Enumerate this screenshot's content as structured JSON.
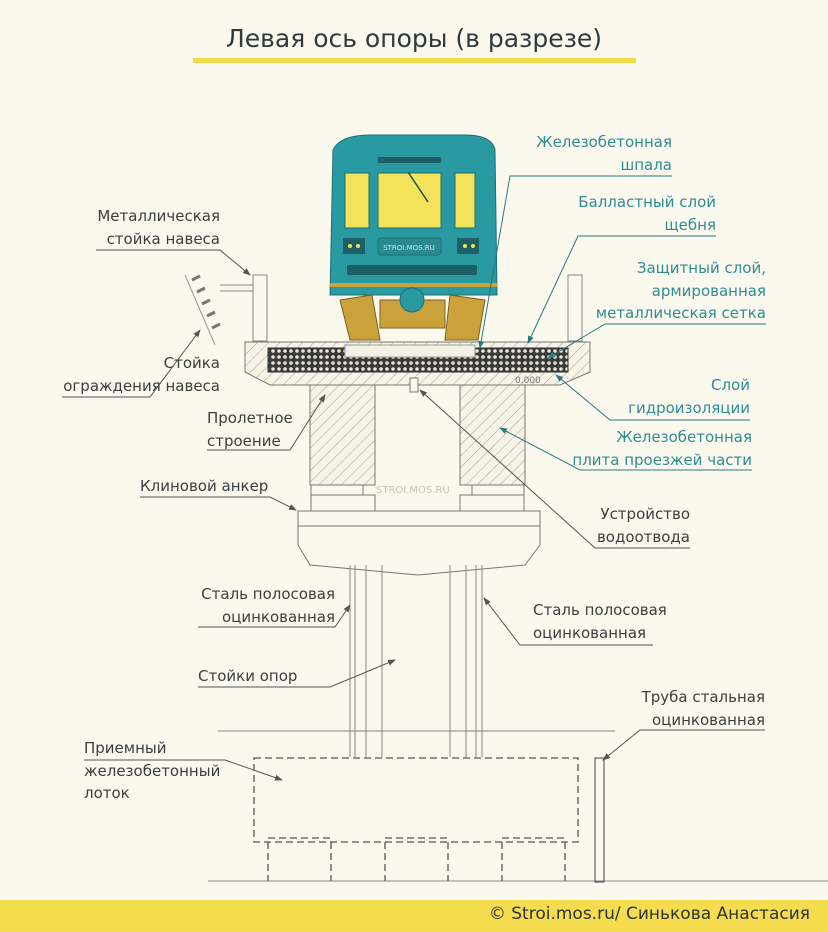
{
  "title": "Левая ось опоры (в разрезе)",
  "watermark": "STROI.MOS.RU",
  "train_plate": "STROI.MOS.RU",
  "level_mark": "0.000",
  "labels": {
    "canopy_post": [
      "Металлическая",
      "стойка навеса"
    ],
    "canopy_fence_post": [
      "Стойка",
      "ограждения навеса"
    ],
    "span_structure": [
      "Пролетное",
      "строение"
    ],
    "wedge_anchor": "Клиновой анкер",
    "steel_strip_left": [
      "Сталь полосовая",
      "оцинкованная"
    ],
    "support_posts": "Стойки опор",
    "receiving_tray": [
      "Приемный",
      "железобетонный",
      "лоток"
    ],
    "sleeper": [
      "Железобетонная",
      "шпала"
    ],
    "ballast": [
      "Балластный слой",
      "щебня"
    ],
    "protective_layer": [
      "Защитный слой,",
      "армированная",
      "металлическая сетка"
    ],
    "waterproofing": [
      "Слой",
      "гидроизоляции"
    ],
    "deck_slab": [
      "Железобетонная",
      "плита проезжей части"
    ],
    "drainage": [
      "Устройство",
      "водоотвода"
    ],
    "steel_strip_right": [
      "Сталь полосовая",
      "оцинкованная"
    ],
    "steel_pipe": [
      "Труба стальная",
      "оцинкованная"
    ]
  },
  "footer": {
    "credit": "© Stroi.mos.ru/ Синькова Анастасия"
  },
  "colors": {
    "background": "#fbf8ee",
    "accent_yellow": "#f6dc4f",
    "teal_label": "#2e8d93",
    "train_body": "#2a9aa2",
    "train_window": "#f3e35a",
    "bogie": "#c9a23a",
    "line": "#555555"
  }
}
